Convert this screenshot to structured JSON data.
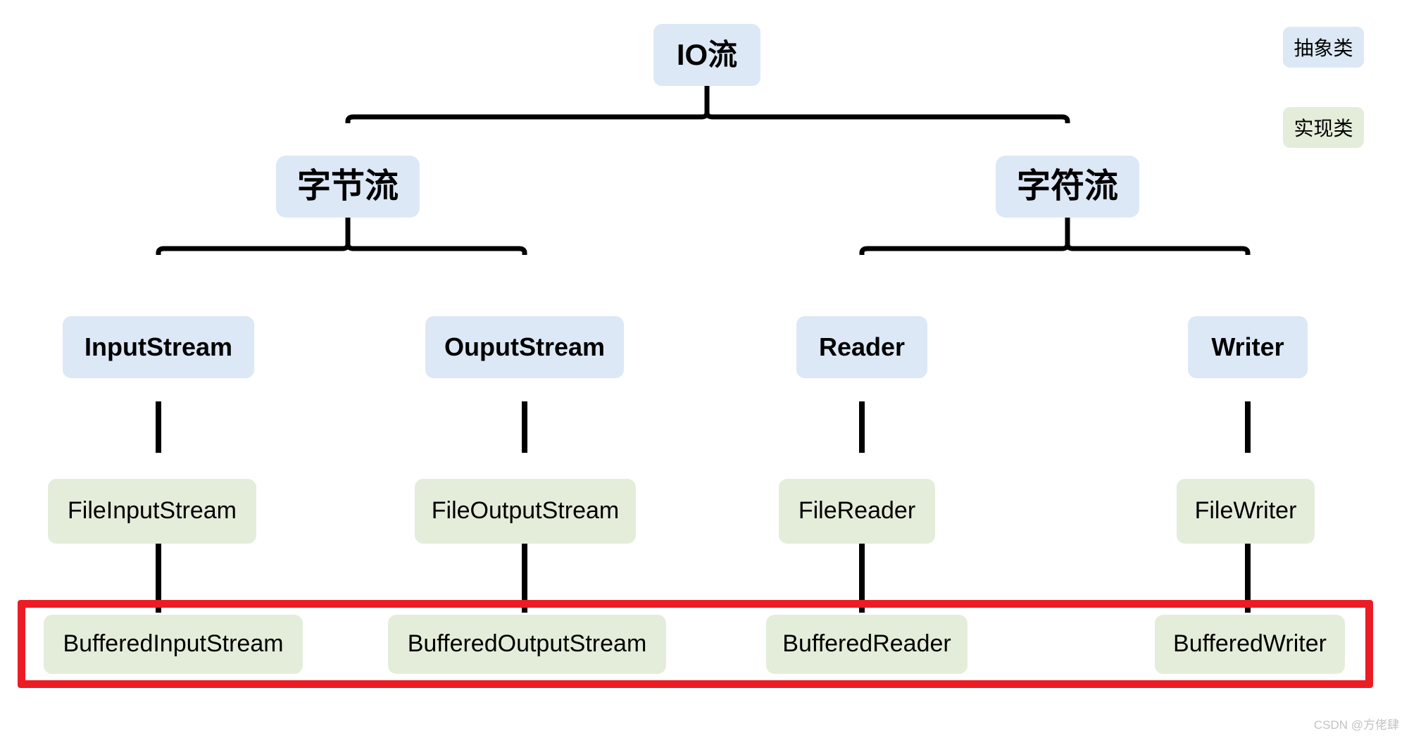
{
  "diagram": {
    "title": "IO流",
    "watermark": "CSDN @方佬肆",
    "colors": {
      "abstract_fill": "#dce8f5",
      "impl_fill": "#e4edda",
      "highlight_border": "#ec1c24",
      "connector": "#000000",
      "text": "#000000",
      "background": "#ffffff"
    }
  },
  "legend": {
    "items": [
      {
        "label": "抽象类",
        "kind": "abstract",
        "color": "#dce8f5"
      },
      {
        "label": "实现类",
        "kind": "impl",
        "color": "#e4edda"
      }
    ]
  },
  "nodes": {
    "root": {
      "label": "IO流",
      "kind": "abstract"
    },
    "level2": [
      {
        "label": "字节流",
        "kind": "abstract"
      },
      {
        "label": "字符流",
        "kind": "abstract"
      }
    ],
    "level3": [
      {
        "label": "InputStream",
        "kind": "abstract"
      },
      {
        "label": "OuputStream",
        "kind": "abstract"
      },
      {
        "label": "Reader",
        "kind": "abstract"
      },
      {
        "label": "Writer",
        "kind": "abstract"
      }
    ],
    "level4": [
      {
        "label": "FileInputStream",
        "kind": "impl"
      },
      {
        "label": "FileOutputStream",
        "kind": "impl"
      },
      {
        "label": "FileReader",
        "kind": "impl"
      },
      {
        "label": "FileWriter",
        "kind": "impl"
      }
    ],
    "level5": [
      {
        "label": "BufferedInputStream",
        "kind": "impl"
      },
      {
        "label": "BufferedOutputStream",
        "kind": "impl"
      },
      {
        "label": "BufferedReader",
        "kind": "impl"
      },
      {
        "label": "BufferedWriter",
        "kind": "impl"
      }
    ]
  },
  "edges": [
    {
      "from": "IO流",
      "to": "字节流"
    },
    {
      "from": "IO流",
      "to": "字符流"
    },
    {
      "from": "字节流",
      "to": "InputStream"
    },
    {
      "from": "字节流",
      "to": "OuputStream"
    },
    {
      "from": "字符流",
      "to": "Reader"
    },
    {
      "from": "字符流",
      "to": "Writer"
    },
    {
      "from": "InputStream",
      "to": "FileInputStream"
    },
    {
      "from": "OuputStream",
      "to": "FileOutputStream"
    },
    {
      "from": "Reader",
      "to": "FileReader"
    },
    {
      "from": "Writer",
      "to": "FileWriter"
    },
    {
      "from": "FileInputStream",
      "to": "BufferedInputStream"
    },
    {
      "from": "FileOutputStream",
      "to": "BufferedOutputStream"
    },
    {
      "from": "FileReader",
      "to": "BufferedReader"
    },
    {
      "from": "FileWriter",
      "to": "BufferedWriter"
    }
  ]
}
